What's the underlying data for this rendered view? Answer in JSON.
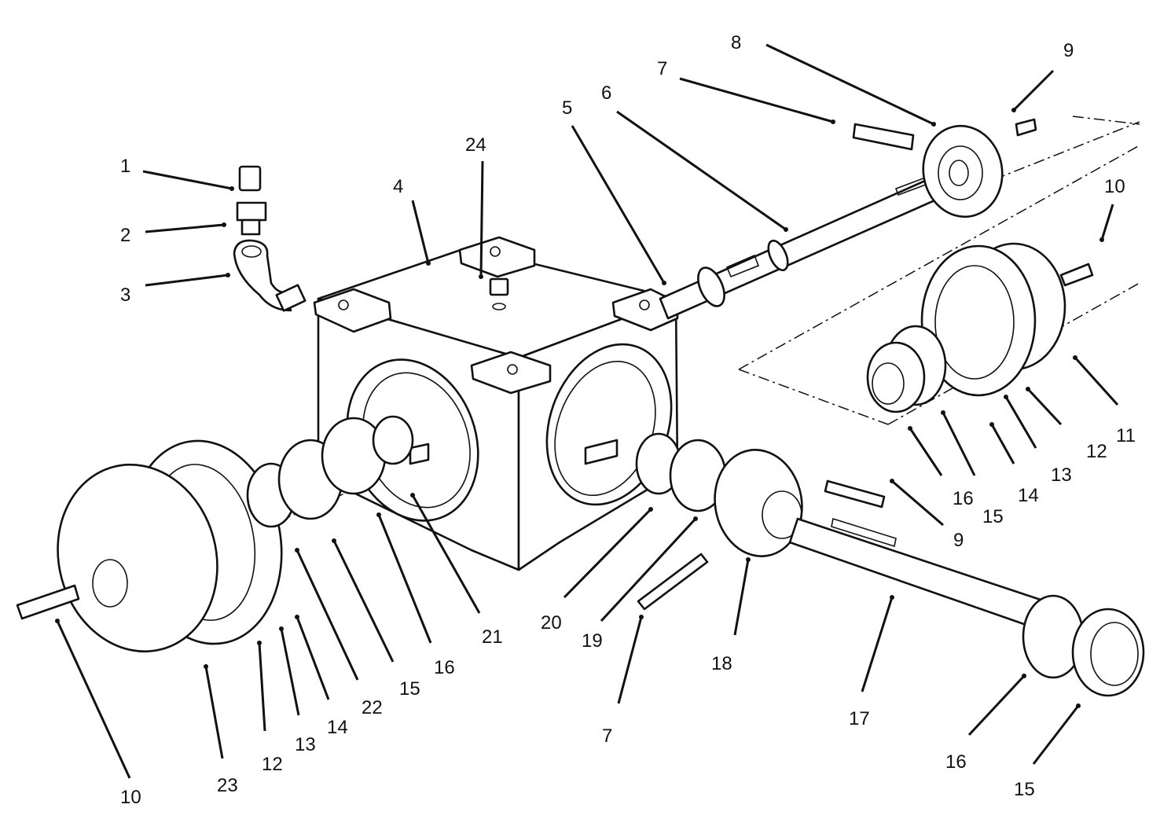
{
  "callouts": [
    {
      "id": "c1",
      "text": "1"
    },
    {
      "id": "c2",
      "text": "2"
    },
    {
      "id": "c3",
      "text": "3"
    },
    {
      "id": "c4",
      "text": "4"
    },
    {
      "id": "c5",
      "text": "5"
    },
    {
      "id": "c6",
      "text": "6"
    },
    {
      "id": "c7a",
      "text": "7"
    },
    {
      "id": "c8",
      "text": "8"
    },
    {
      "id": "c9a",
      "text": "9"
    },
    {
      "id": "c10a",
      "text": "10"
    },
    {
      "id": "c11",
      "text": "11"
    },
    {
      "id": "c12a",
      "text": "12"
    },
    {
      "id": "c13a",
      "text": "13"
    },
    {
      "id": "c14a",
      "text": "14"
    },
    {
      "id": "c15a",
      "text": "15"
    },
    {
      "id": "c16a",
      "text": "16"
    },
    {
      "id": "c9b",
      "text": "9"
    },
    {
      "id": "c24",
      "text": "24"
    },
    {
      "id": "c10b",
      "text": "10"
    },
    {
      "id": "c23",
      "text": "23"
    },
    {
      "id": "c12b",
      "text": "12"
    },
    {
      "id": "c13b",
      "text": "13"
    },
    {
      "id": "c14b",
      "text": "14"
    },
    {
      "id": "c22",
      "text": "22"
    },
    {
      "id": "c15b",
      "text": "15"
    },
    {
      "id": "c16b",
      "text": "16"
    },
    {
      "id": "c21",
      "text": "21"
    },
    {
      "id": "c20",
      "text": "20"
    },
    {
      "id": "c19",
      "text": "19"
    },
    {
      "id": "c7b",
      "text": "7"
    },
    {
      "id": "c18",
      "text": "18"
    },
    {
      "id": "c17",
      "text": "17"
    },
    {
      "id": "c16c",
      "text": "16"
    },
    {
      "id": "c15c",
      "text": "15"
    }
  ]
}
